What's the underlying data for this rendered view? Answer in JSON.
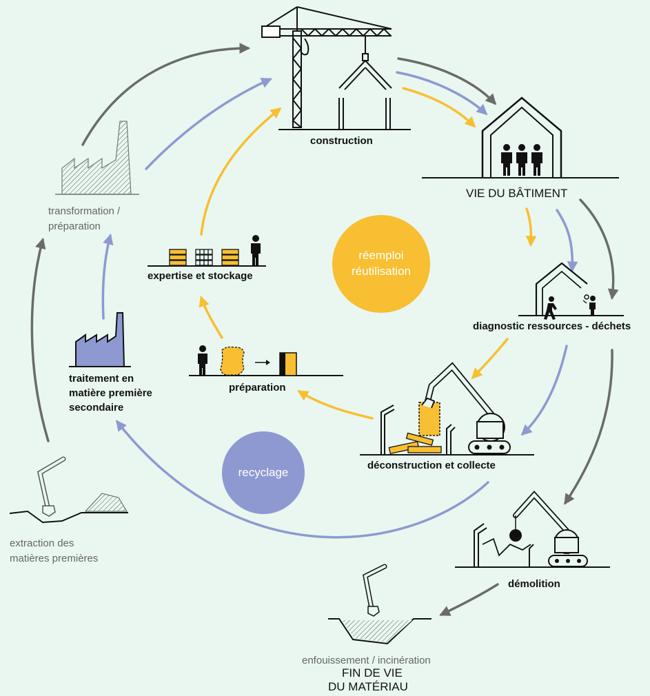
{
  "labels": {
    "construction": "construction",
    "vie_batiment": "VIE DU BÂTIMENT",
    "diagnostic": "diagnostic ressources - déchets",
    "deconstruction": "déconstruction et collecte",
    "demolition": "démolition",
    "enfouissement": "enfouissement / incinération",
    "fin_line1": "FIN DE VIE",
    "fin_line2": "DU MATÉRIAU",
    "extraction_line1": "extraction des",
    "extraction_line2": "matières premières",
    "traitement_line1": "traitement en",
    "traitement_line2": "matière première",
    "traitement_line3": "secondaire",
    "transformation_line1": "transformation /",
    "transformation_line2": "préparation",
    "expertise": "expertise et stockage",
    "preparation": "préparation"
  },
  "badges": {
    "reemploi_line1": "réemploi",
    "reemploi_line2": "réutilisation",
    "recyclage": "recyclage"
  },
  "colors": {
    "background": "#e9f7f0",
    "reemploi_yellow": "#f7bf31",
    "recyclage_blue": "#8e99d1",
    "linear_gray": "#6b6b6b",
    "ink": "#111111"
  },
  "icons": [
    "tower-crane-icon",
    "house-with-people-icon",
    "inspection-house-icon",
    "excavator-deconstruction-icon",
    "demolition-excavator-icon",
    "landfill-pit-icon",
    "extraction-excavator-icon",
    "factory-blue-icon",
    "factory-hatched-icon",
    "material-stacks-icon",
    "worker-with-material-icon"
  ]
}
